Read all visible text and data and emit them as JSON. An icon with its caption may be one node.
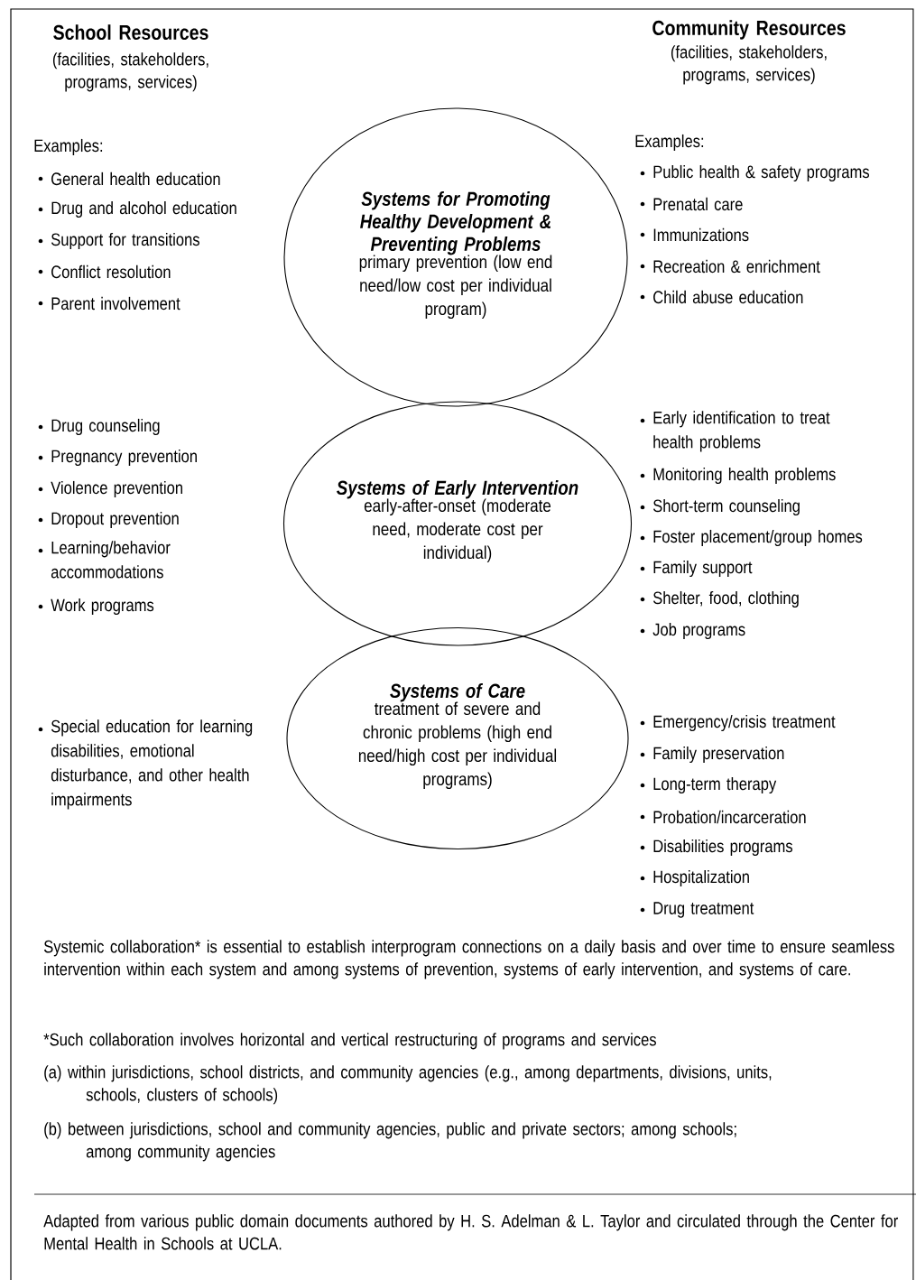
{
  "diagram": {
    "nodes": [
      {
        "text": [
          "Systems for Promoting Healthy Development & Preventing Problems",
          "primary prevention (low end need/low cost per individual program)"
        ]
      },
      {
        "text": [
          "Systems of Early Intervention",
          "early-after-onset (moderate need, moderate cost per individual)"
        ]
      },
      {
        "text": [
          "Systems of Care",
          "treatment of severe and chronic problems (high end need/high cost per individual programs)"
        ]
      }
    ],
    "labels": [
      "School Resources",
      "(facilities, stakeholders, programs, services)",
      "Community Resources",
      "(facilities, stakeholders, programs, services)",
      "Examples:",
      "General health education",
      "Drug and alcohol education",
      "Support for transitions",
      "Conflict resolution",
      "Parent involvement",
      "Examples:",
      "Public health & safety programs",
      "Prenatal care",
      "Immunizations",
      "Recreation & enrichment",
      "Child abuse education",
      "Drug counseling",
      "Pregnancy prevention",
      "Violence prevention",
      "Dropout prevention",
      "Learning/behavior accommodations",
      "Work programs",
      "Early identification to treat health problems",
      "Monitoring health problems",
      "Short-term counseling",
      "Foster placement/group homes",
      "Family support",
      "Shelter, food, clothing",
      "Job programs",
      "Special education for learning disabilities, emotional disturbance, and other health impairments",
      "Emergency/crisis treatment",
      "Family preservation",
      "Long-term therapy",
      "Probation/incarceration",
      "Disabilities programs",
      "Hospitalization",
      "Drug treatment",
      "Systemic collaboration* is essential to establish interprogram connections on a daily basis and over time to ensure seamless intervention within each system and among systems of prevention, systems of early intervention, and systems of care.",
      "*Such collaboration involves horizontal and vertical restructuring of programs and services",
      "(a) within jurisdictions, school districts, and community agencies (e.g., among departments, divisions, units, schools, clusters of schools)",
      "(b) between jurisdictions, school and community agencies, public and private sectors; among schools; among community agencies",
      "Adapted from various public domain documents authored by H. S. Adelman & L. Taylor and circulated through the Center for Mental Health in Schools at UCLA."
    ]
  }
}
